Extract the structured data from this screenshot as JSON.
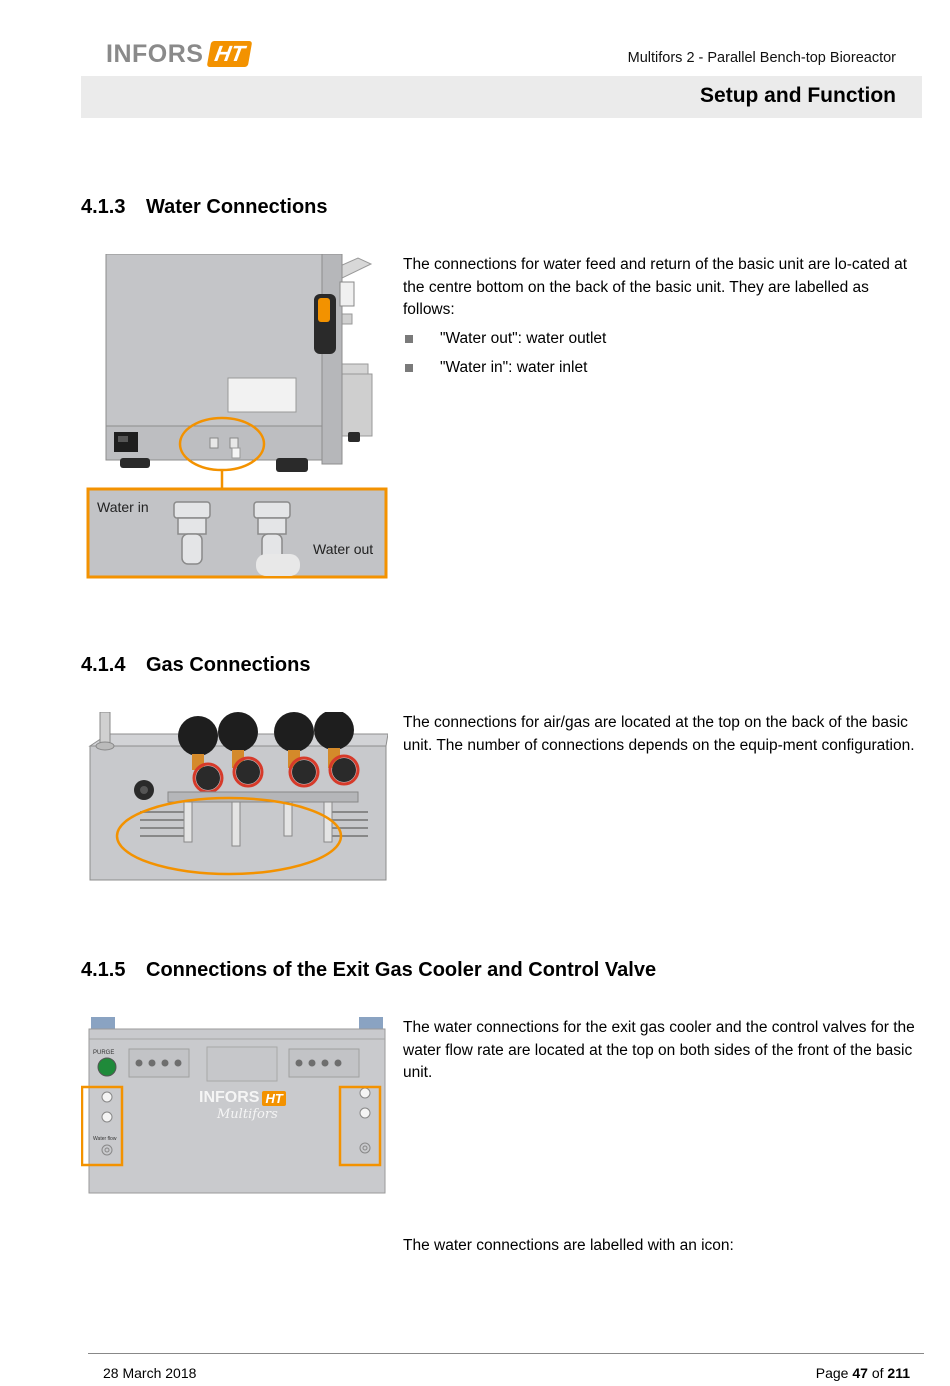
{
  "header": {
    "logo_text": "INFORS",
    "logo_badge": "HT",
    "doc_title": "Multifors 2 - Parallel Bench-top Bioreactor",
    "section_title": "Setup and Function"
  },
  "sections": [
    {
      "number": "4.1.3",
      "title": "Water Connections",
      "paragraph": "The connections for water feed and return of the basic unit are lo-cated at the centre bottom on the back of the basic unit. They are labelled as follows:",
      "bullets": [
        "\"Water out\": water outlet",
        "\"Water in\": water inlet"
      ],
      "figure_labels": {
        "water_in": "Water in",
        "water_out": "Water out"
      }
    },
    {
      "number": "4.1.4",
      "title": "Gas Connections",
      "paragraph": "The connections for air/gas are located at the top on the back of the basic unit. The number of connections depends on the equip-ment configuration."
    },
    {
      "number": "4.1.5",
      "title": "Connections of the Exit Gas Cooler and Control Valve",
      "paragraph": "The water connections for the exit gas cooler and the control valves for the water flow rate are located at the top on both sides of the front of the basic unit.",
      "panel_logo": "INFORS",
      "panel_logo_badge": "HT",
      "panel_product": "Multifors",
      "panel_purge": "PURGE",
      "panel_water_flow": "Water flow",
      "paragraph2": "The water connections are labelled with an icon:"
    }
  ],
  "footer": {
    "date": "28 March 2018",
    "page_prefix": "Page",
    "page_current": "47",
    "page_of": "of",
    "page_total": "211"
  },
  "colors": {
    "accent": "#f39200",
    "band": "#ebebeb",
    "device_grey": "#c9cacd"
  }
}
